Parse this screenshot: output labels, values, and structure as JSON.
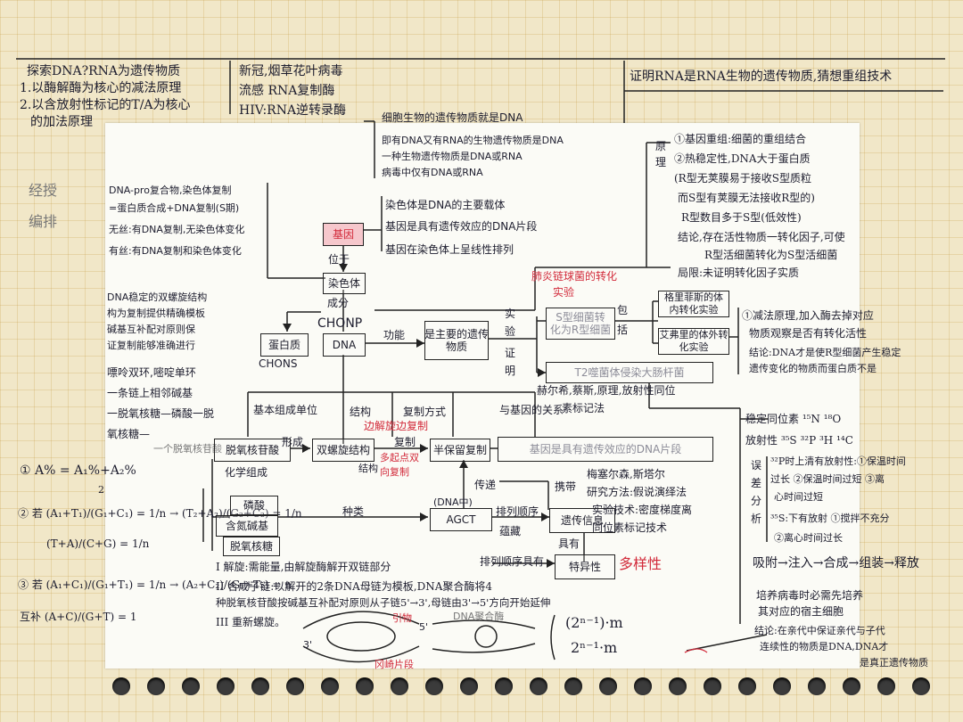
{
  "top": {
    "left": [
      "探索DNA?RNA为遗传物质",
      "1.以酶解酶为核心的减法原理",
      "2.以含放射性标记的T/A为核心",
      "的加法原理"
    ],
    "virus": [
      "新冠,烟草花叶病毒",
      "流感 RNA复制酶",
      "HIV:RNA逆转录酶"
    ],
    "right": "证明RNA是RNA生物的遗传物质,猜想重组技术"
  },
  "side": {
    "mark": [
      "经授",
      "编排"
    ],
    "chromo": [
      "DNA-pro复合物,染色体复制",
      "=蛋白质合成+DNA复制(S期)",
      "无丝:有DNA复制,无染色体变化",
      "有丝:有DNA复制和染色体变化"
    ],
    "helix": [
      "DNA稳定的双螺旋结构",
      "构为复制提供精确模板",
      "碱基互补配对原则保",
      "证复制能够准确进行"
    ],
    "bases": [
      "嘌呤双环,嘧啶单环",
      "一条链上相邻碱基",
      "一脱氧核糖—磷酸一脱",
      "氧核糖—"
    ],
    "n1": "一个脱氧核苷酸",
    "formulas": [
      "① A% = A₁%+A₂%",
      "2",
      "② 若 (A₁+T₁)/(G₁+C₁) = 1/n → (T₂+A₂)/(G₂+C₂) = 1/n",
      "(T+A)/(C+G) = 1/n",
      "③ 若 (A₁+C₁)/(G₁+T₁) = 1/n → (A₂+C₂)/(G₂+T₂) = n",
      "互补 (A+C)/(G+T) = 1"
    ]
  },
  "center": {
    "cell_bio": [
      "细胞生物的遗传物质就是DNA",
      "即有DNA又有RNA的生物遗传物质是DNA",
      "一种生物遗传物质是DNA或RNA",
      "病毒中仅有DNA或RNA"
    ],
    "gene_on_chr": [
      "染色体是DNA的主要载体",
      "基因是具有遗传效应的DNA片段",
      "基因在染色体上呈线性排列"
    ],
    "gene_box": "基因",
    "wei_yu": "位于",
    "chromosome_box": "染色体",
    "cheng_fen": "成分",
    "chonp": "CHONP",
    "protein_box": "蛋白质",
    "chons": "CHONS",
    "dna_box": "DNA",
    "function": "功能",
    "main_gene_box": [
      "是主要的遗传",
      "物质"
    ],
    "exp_proof": [
      "实",
      "验",
      "证",
      "明"
    ],
    "transform_red": [
      "肺炎链球菌的转化",
      "实验"
    ],
    "s_transform_box": [
      "S型细菌转",
      "化为R型细菌"
    ],
    "bao_kuo": [
      "包",
      "括"
    ],
    "griffith_box": [
      "格里菲斯的体",
      "内转化实验"
    ],
    "avery_box": [
      "艾弗里的体外转",
      "化实验"
    ],
    "t2_box": "T2噬菌体侵染大肠杆菌",
    "hershey": "赫尔希,蔡斯,原理,放射性同位",
    "isotope": "素标记法",
    "basic_unit": "基本组成单位",
    "structure": "结构",
    "replication_mode": "复制方式",
    "red_replication": "边解旋边复制",
    "gene_relation": "与基因的关系",
    "nucleotide_box": "脱氧核苷酸",
    "xingcheng": "形成",
    "double_helix_box": "双螺旋结构",
    "jie_gou": "结构",
    "replication": "复制",
    "semi_box": "半保留复制",
    "red_multi": [
      "多起点双",
      "向复制"
    ],
    "gene_def_box": "基因是具有遗传效应的DNA片段",
    "chem_comp": "化学组成",
    "phosphate_box": "磷酸",
    "base_box": "含氮碱基",
    "sugar_box": "脱氧核糖",
    "species": "种类",
    "dna_tag": "(DNA中)",
    "agct_box": "AGCT",
    "chuan_di": "传递",
    "order": "排列顺序",
    "yun_cang": "蕴藏",
    "info_box": "遗传信息",
    "xie_dai": "携带",
    "order2": "排列顺序具有",
    "ju_you": "具有",
    "specific_box": "特异性",
    "red_diversity": "多样性",
    "meselson": [
      "梅塞尔森,斯塔尔",
      "研究方法:假说演绎法",
      "实验技术:密度梯度离",
      "同位素标记技术"
    ],
    "steps": [
      "I 解旋:需能量,由解旋酶解开双链部分",
      "II 合成子链:以解开的2条DNA母链为模板,DNA聚合酶将4",
      "种脱氧核苷酸按碱基互补配对原则从子链5'→3',母链由3'→5'方向开始延伸",
      "III 重新螺旋。"
    ],
    "diagram": [
      "3'",
      "5'",
      "引物",
      "DNA聚合酶",
      "冈崎片段"
    ],
    "counts": [
      "(2ⁿ⁻¹)·m",
      "2ⁿ⁻¹·m"
    ]
  },
  "right": {
    "principle": [
      "原",
      "理"
    ],
    "principle_items": [
      "①基因重组:细菌的重组结合",
      "②热稳定性,DNA大于蛋白质",
      "(R型无荚膜易于接收S型质粒",
      "而S型有荚膜无法接收R型的)",
      "R型数目多于S型(低效性)",
      "结论,存在活性物质一转化因子,可使",
      "R型活细菌转化为S型活细菌",
      "局限:未证明转化因子实质"
    ],
    "avery_items": [
      "①减法原理,加入酶去掉对应",
      "物质观察是否有转化活性",
      "结论:DNA才是使R型细菌产生稳定",
      "遗传变化的物质而蛋白质不是"
    ],
    "isotope_title": "稳定同位素 ¹⁵N ¹⁸O",
    "radio_title": "放射性 ³⁵S ³²P ³H ¹⁴C",
    "error": [
      "误",
      "差",
      "分",
      "析"
    ],
    "error_items": [
      "³²P时上清有放射性:①保温时间",
      "过长 ②保温时间过短 ③离",
      "心时间过短",
      "³⁵S:下有放射 ①搅拌不充分",
      "②离心时间过长"
    ],
    "adsorb": "吸附→注入→合成→组装→释放",
    "culture": [
      "培养病毒时必需先培养",
      "其对应的宿主细胞"
    ],
    "conclusion": [
      "结论:在亲代中保证亲代与子代",
      "连续性的物质是DNA,DNA才",
      "是真正遗传物质"
    ]
  }
}
